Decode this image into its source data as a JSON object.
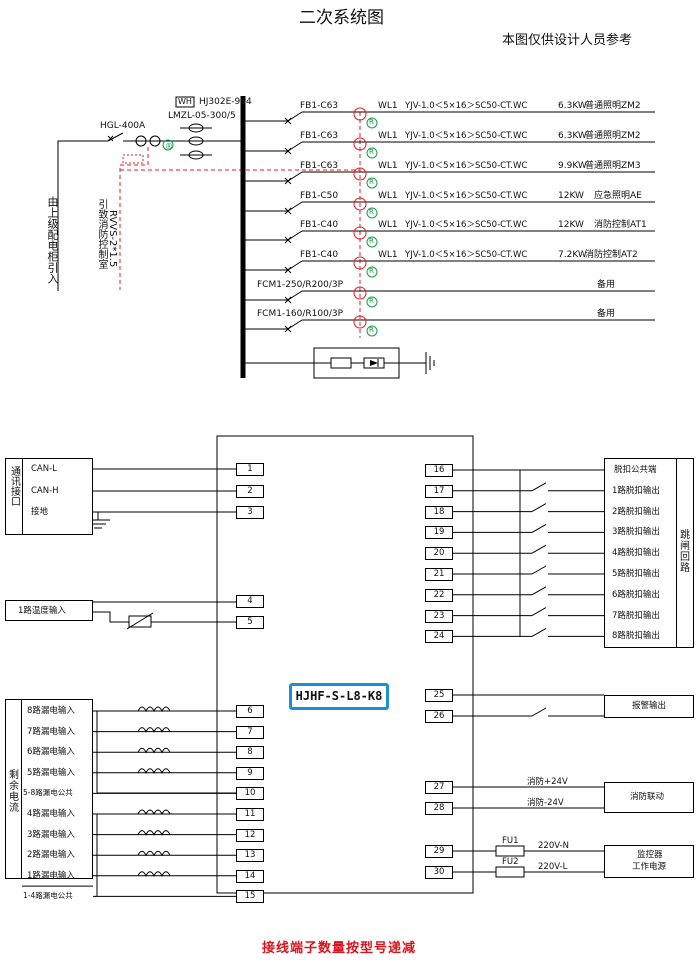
{
  "title": "二次系统图",
  "subtitle": "本图仅供设计人员参考",
  "footer_note": "接线端子数量按型号递减",
  "device_model": "HJHF-S-L8-K8",
  "upper": {
    "incoming_label": "由上级配电柜引入",
    "main_breaker": "HGL-400A",
    "meter_symbol": "WH",
    "meter_model": "HJ302E-9S4",
    "ct_model": "LMZL-05-300/5",
    "fire_pipe_label": "引致消防控制室",
    "fire_cable": "RVVS-2*1.5",
    "rcd_symbol": "R",
    "circuits": [
      {
        "breaker": "FB1-C63",
        "circuit": "WL1",
        "cable": "YJV-1.0＜5×16＞SC50-CT.WC",
        "load": "6.3KW",
        "use": "普通照明ZM2"
      },
      {
        "breaker": "FB1-C63",
        "circuit": "WL1",
        "cable": "YJV-1.0＜5×16＞SC50-CT.WC",
        "load": "6.3KW",
        "use": "普通照明ZM2"
      },
      {
        "breaker": "FB1-C63",
        "circuit": "WL1",
        "cable": "YJV-1.0＜5×16＞SC50-CT.WC",
        "load": "9.9KW",
        "use": "普通照明ZM3"
      },
      {
        "breaker": "FB1-C50",
        "circuit": "WL1",
        "cable": "YJV-1.0＜5×16＞SC50-CT.WC",
        "load": "12KW",
        "use": "应急照明AE"
      },
      {
        "breaker": "FB1-C40",
        "circuit": "WL1",
        "cable": "YJV-1.0＜5×16＞SC50-CT.WC",
        "load": "12KW",
        "use": "消防控制AT1"
      },
      {
        "breaker": "FB1-C40",
        "circuit": "WL1",
        "cable": "YJV-1.0＜5×16＞SC50-CT.WC",
        "load": "7.2KW",
        "use": "消防控制AT2"
      },
      {
        "breaker": "FCM1-250/R200/3P",
        "circuit": "",
        "cable": "",
        "load": "",
        "use": "备用"
      },
      {
        "breaker": "FCM1-160/R100/3P",
        "circuit": "",
        "cable": "",
        "load": "",
        "use": "备用"
      }
    ]
  },
  "lower": {
    "comm_group": "通讯接口",
    "comm": [
      {
        "label": "CAN-L",
        "terminal": "1"
      },
      {
        "label": "CAN-H",
        "terminal": "2"
      },
      {
        "label": "接地",
        "terminal": "3"
      }
    ],
    "temp": {
      "label": "1路温度输入",
      "terminals": [
        "4",
        "5"
      ]
    },
    "leak_group": "剩余电流",
    "leak_group_chars": [
      "剩",
      "余",
      "电",
      "流"
    ],
    "leak": [
      {
        "label": "8路漏电输入",
        "terminal": "6"
      },
      {
        "label": "7路漏电输入",
        "terminal": "7"
      },
      {
        "label": "6路漏电输入",
        "terminal": "8"
      },
      {
        "label": "5路漏电输入",
        "terminal": "9"
      },
      {
        "label": "5-8路漏电公共",
        "terminal": "10"
      },
      {
        "label": "4路漏电输入",
        "terminal": "11"
      },
      {
        "label": "3路漏电输入",
        "terminal": "12"
      },
      {
        "label": "2路漏电输入",
        "terminal": "13"
      },
      {
        "label": "1路漏电输入",
        "terminal": "14"
      },
      {
        "label": "1-4路漏电公共",
        "terminal": "15"
      }
    ],
    "trip_group": "跳闸回路",
    "trip_group_chars": [
      "跳",
      "闸",
      "回",
      "路"
    ],
    "trip": [
      {
        "label": "脱扣公共端",
        "terminal": "16"
      },
      {
        "label": "1路脱扣输出",
        "terminal": "17"
      },
      {
        "label": "2路脱扣输出",
        "terminal": "18"
      },
      {
        "label": "3路脱扣输出",
        "terminal": "19"
      },
      {
        "label": "4路脱扣输出",
        "terminal": "20"
      },
      {
        "label": "5路脱扣输出",
        "terminal": "21"
      },
      {
        "label": "6路脱扣输出",
        "terminal": "22"
      },
      {
        "label": "7路脱扣输出",
        "terminal": "23"
      },
      {
        "label": "8路脱扣输出",
        "terminal": "24"
      }
    ],
    "alarm": {
      "label": "报警输出",
      "terminals": [
        "25",
        "26"
      ]
    },
    "fire_link": {
      "label": "消防联动",
      "terminals": [
        "27",
        "28"
      ],
      "wires": [
        "消防+24V",
        "消防-24V"
      ]
    },
    "power": {
      "label_line1": "监控器",
      "label_line2": "工作电源",
      "terminals": [
        "29",
        "30"
      ],
      "fuses": [
        "FU1",
        "FU2"
      ],
      "wires": [
        "220V-N",
        "220V-L"
      ]
    }
  }
}
